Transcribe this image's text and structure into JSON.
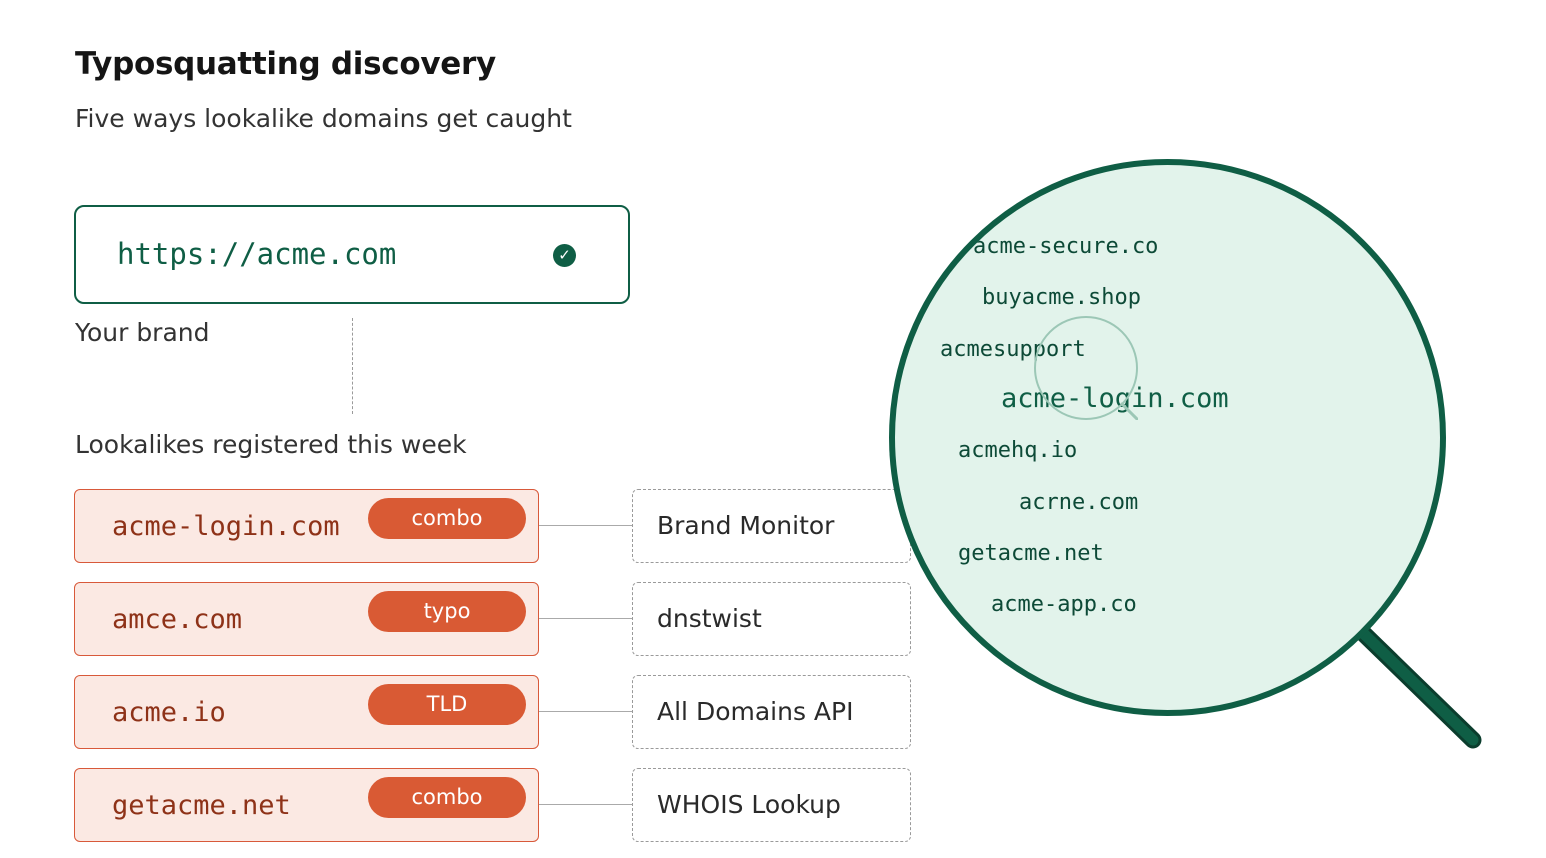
{
  "header": {
    "title": "Typosquatting discovery",
    "subtitle": "Five ways lookalike domains get caught"
  },
  "brand": {
    "url": "https://acme.com",
    "status_icon": "check-circle-icon",
    "label": "Your brand"
  },
  "lookalikes": {
    "label": "Lookalikes registered this week",
    "rows": [
      {
        "domain": "acme-login.com",
        "tag": "combo",
        "tool": "Brand Monitor"
      },
      {
        "domain": "amce.com",
        "tag": "typo",
        "tool": "dnstwist"
      },
      {
        "domain": "acme.io",
        "tag": "TLD",
        "tool": "All Domains API"
      },
      {
        "domain": "getacme.net",
        "tag": "combo",
        "tool": "WHOIS Lookup"
      }
    ]
  },
  "magnifier": {
    "items": [
      "acme-secure.co",
      "buyacme.shop",
      "acmesupport",
      "acme-login.com",
      "acmehq.io",
      "acrne.com",
      "getacme.net",
      "acme-app.co"
    ],
    "focus_item": "acme-login.com"
  },
  "colors": {
    "brand_green": "#0f5e45",
    "lens_fill": "#e2f3eb",
    "tag_orange": "#d95a34",
    "row_fill": "#fbe9e3",
    "row_border": "#d8593a",
    "domain_text": "#8e3218"
  }
}
